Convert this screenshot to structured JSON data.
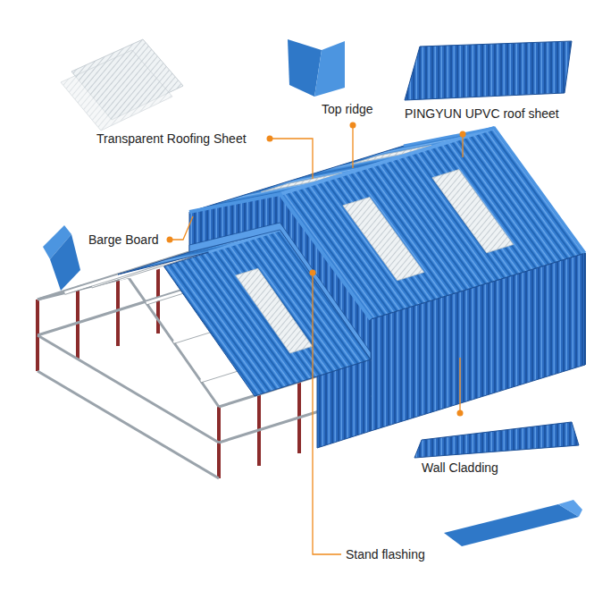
{
  "diagram": {
    "labels": [
      "Top ridge",
      "PINGYUN UPVC roof sheet",
      "Transparent Roofing Sheet",
      "Barge Board",
      "Wall Cladding",
      "Stand flashing"
    ]
  }
}
